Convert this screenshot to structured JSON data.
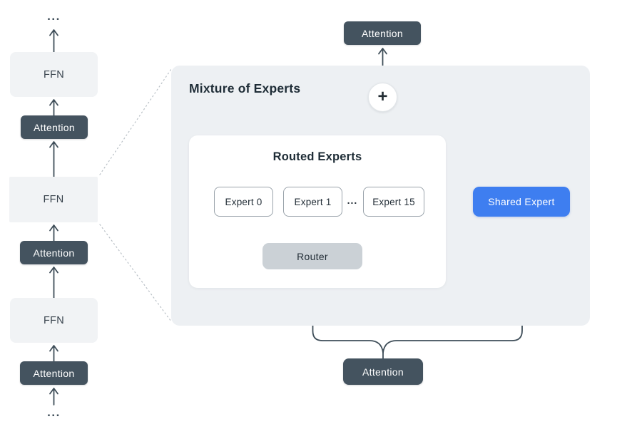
{
  "diagram_title": "Mixture of Experts",
  "colors": {
    "dark": "#44535f",
    "panel": "#edf0f3",
    "block_fill": "#f1f3f5",
    "router_fill": "#cbd1d6",
    "accent_blue": "#3e7ef0",
    "line": "#3f4e59",
    "white": "#ffffff",
    "expert_border": "#9aa3ab",
    "dotted": "#b9c0c6"
  },
  "left_stack": {
    "top_ellipsis": "...",
    "bottom_ellipsis": "...",
    "blocks": [
      {
        "type": "ffn",
        "label": "FFN"
      },
      {
        "type": "attention",
        "label": "Attention"
      },
      {
        "type": "ffn",
        "label": "FFN"
      },
      {
        "type": "attention",
        "label": "Attention"
      },
      {
        "type": "ffn",
        "label": "FFN"
      },
      {
        "type": "attention",
        "label": "Attention"
      }
    ]
  },
  "moe": {
    "title": "Mixture of Experts",
    "plus_symbol": "+",
    "top_attention_label": "Attention",
    "bottom_attention_label": "Attention",
    "shared_expert_label": "Shared Expert",
    "routed": {
      "title": "Routed Experts",
      "experts": [
        {
          "label": "Expert 0"
        },
        {
          "label": "Expert 1"
        },
        {
          "label": "Expert 15"
        }
      ],
      "ellipsis": "...",
      "router_label": "Router"
    }
  }
}
